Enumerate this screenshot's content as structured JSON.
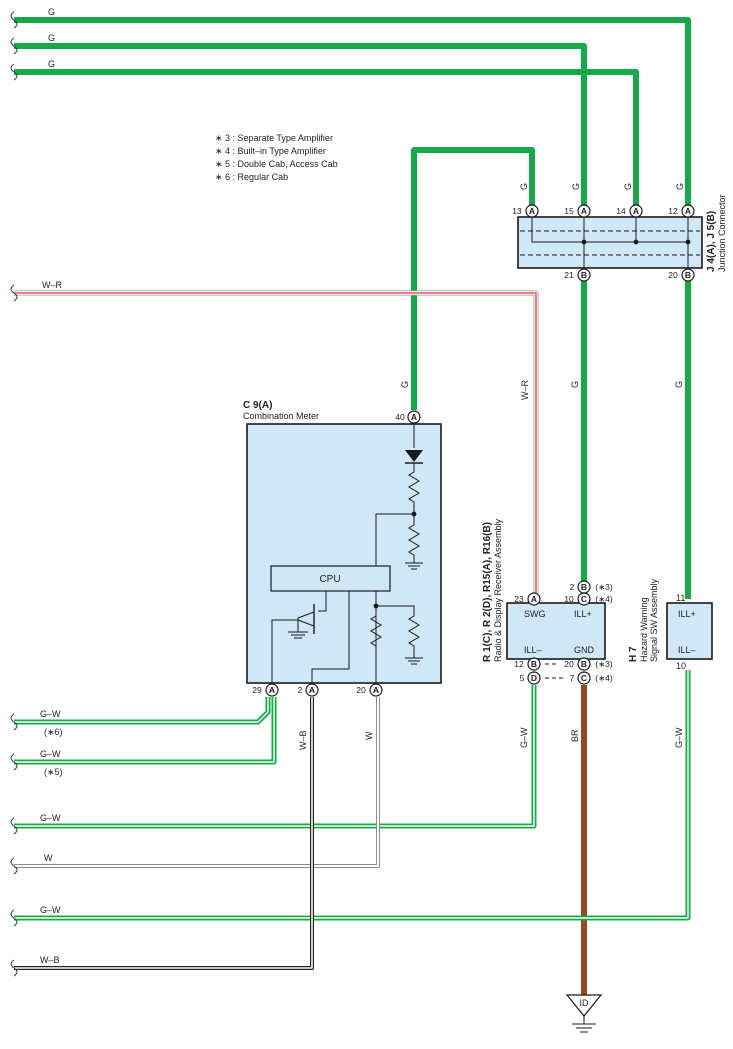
{
  "colors": {
    "green": "#17a84a",
    "red": "#e03a3a",
    "brown": "#9a4a22",
    "gray": "#9a9a9a",
    "box_fill": "#cfe7f6"
  },
  "legend": [
    "∗ 3 : Separate Type Amplifier",
    "∗ 4 : Built–in Type Amplifier",
    "∗ 5 : Double Cab,  Access Cab",
    "∗ 6 : Regular Cab"
  ],
  "components": {
    "junction": {
      "ref": "J 4(A), J 5(B)",
      "name": "Junction Connector"
    },
    "meter": {
      "ref": "C 9(A)",
      "name": "Combination Meter",
      "cpu_label": "CPU"
    },
    "radio": {
      "ref": "R 1(C), R 2(D), R15(A), R16(B)",
      "name": "Radio & Display Receiver Assembly",
      "swg": "SWG",
      "ill_plus": "ILL+",
      "ill_minus": "ILL–",
      "gnd": "GND"
    },
    "hazard": {
      "ref": "H 7",
      "name_line1": "Hazard Warning",
      "name_line2": "Signal SW Assembly",
      "ill_plus": "ILL+",
      "ill_minus": "ILL–"
    },
    "ground": {
      "label": "ID"
    }
  },
  "pins": {
    "j13": {
      "num": "13",
      "conn": "A"
    },
    "j15": {
      "num": "15",
      "conn": "A"
    },
    "j14": {
      "num": "14",
      "conn": "A"
    },
    "j12": {
      "num": "12",
      "conn": "A"
    },
    "j21": {
      "num": "21",
      "conn": "B"
    },
    "j20": {
      "num": "20",
      "conn": "B"
    },
    "m40": {
      "num": "40",
      "conn": "A"
    },
    "m29": {
      "num": "29",
      "conn": "A"
    },
    "m2": {
      "num": "2",
      "conn": "A"
    },
    "m20": {
      "num": "20",
      "conn": "A"
    },
    "r23": {
      "num": "23",
      "conn": "A"
    },
    "r2": {
      "num": "2",
      "conn": "B",
      "note": "(∗3)"
    },
    "r10": {
      "num": "10",
      "conn": "C",
      "note": "(∗4)"
    },
    "r12": {
      "num": "12",
      "conn": "B"
    },
    "r5": {
      "num": "5",
      "conn": "D"
    },
    "r20": {
      "num": "20",
      "conn": "B",
      "note": "(∗3)"
    },
    "r7": {
      "num": "7",
      "conn": "C",
      "note": "(∗4)"
    },
    "h11": {
      "num": "11"
    },
    "h10": {
      "num": "10"
    }
  },
  "wires": {
    "top1": "G",
    "top2": "G",
    "top3": "G",
    "j13": "G",
    "j15": "G",
    "j14": "G",
    "j12": "G",
    "wr_left": "W–R",
    "wr_vert": "W–R",
    "meter_g": "G",
    "j21_down": "G",
    "j20_down": "G",
    "wb_vert": "W–B",
    "w_vert": "W",
    "radio_gw": "G–W",
    "radio_br": "BR",
    "hazard_gw": "G–W",
    "left_gw6": "G–W",
    "note6": "(∗6)",
    "left_gw5": "G–W",
    "note5": "(∗5)",
    "left_gw": "G–W",
    "left_w": "W",
    "left_gw2": "G–W",
    "left_wb": "W–B"
  }
}
